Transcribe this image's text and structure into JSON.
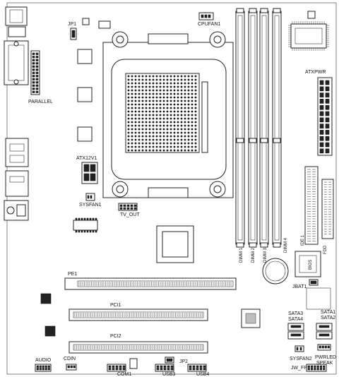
{
  "labels": {
    "jp1": "JP1",
    "cpufan": "CPUFAN1",
    "parallel": "PARALLEL",
    "atx12v": "ATX12V1",
    "sysfan1": "SYSFAN1",
    "tvout": "TV_OUT",
    "atxpwr": "ATXPWR",
    "dimm1": "DIMM 1",
    "dimm2": "DIMM 2",
    "dimm3": "DIMM 3",
    "dimm4": "DIMM 4",
    "ide1": "IDE 1",
    "fdd": "FDD",
    "bios": "BIOS",
    "jbat1": "JBAT1",
    "pe1": "PE1",
    "pci1": "PCI1",
    "pci2": "PCI2",
    "sata3": "SATA3",
    "sata4": "SATA4",
    "sata1": "SATA1",
    "sata2": "SATA2",
    "sysfan2": "SYSFAN2",
    "pwrled": "PWRLED",
    "speak": "SPEAK",
    "jwfp": "JW_FP",
    "audio": "AUDIO",
    "cdin": "CDIN",
    "com1": "COM1",
    "jp2": "JP2",
    "usb3": "USB3",
    "usb4": "USB4"
  },
  "colors": {
    "outline": "#222222",
    "chip": "#222222",
    "fill": "#ffffff"
  }
}
